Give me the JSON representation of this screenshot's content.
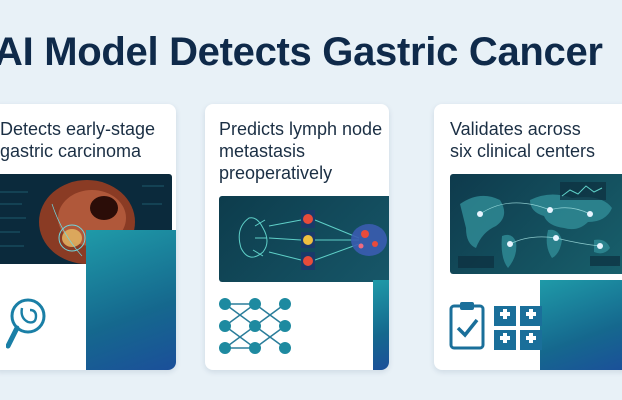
{
  "title": "AI Model Detects Gastric Cancer",
  "cards": [
    {
      "line1": "Detects early-stage",
      "line2": "gastric carcinoma",
      "icon": "stomach-magnifier-icon"
    },
    {
      "line1": "Predicts lymph node",
      "line2": "metastasis",
      "line3": "preoperatively",
      "icon": "neural-network-icon"
    },
    {
      "line1": "Validates across",
      "line2": "six clinical centers",
      "icon": "clipboard-hospital-icon"
    }
  ],
  "colors": {
    "accent": "#1f9aa8",
    "title": "#0f2a4a",
    "background": "#e8f1f7"
  }
}
